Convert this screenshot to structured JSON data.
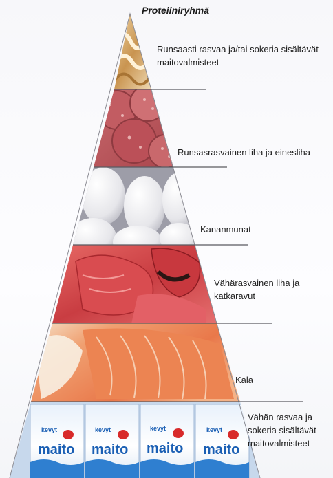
{
  "title": "Proteiiniryhmä",
  "levels": [
    {
      "label": "Runsaasti rasvaa ja/tai sokeria sisältävät maitovalmisteet",
      "food": "cream-pastry-icon"
    },
    {
      "label": "Runsasrasvainen liha ja einesliha",
      "food": "sausage-slices-icon"
    },
    {
      "label": "Kananmunat",
      "food": "eggs-icon"
    },
    {
      "label": "Vähärasvainen liha ja katkaravut",
      "food": "lean-meat-icon"
    },
    {
      "label": "Kala",
      "food": "salmon-fillet-icon"
    },
    {
      "label": "Vähän rasvaa ja sokeria sisältävät maitovalmisteet",
      "food": "milk-carton-icon"
    }
  ],
  "carton": {
    "top": "kevyt",
    "brand": "maito"
  },
  "colors": {
    "pastry": "#d8b27a",
    "sausage": "#b8545a",
    "eggs": "#f1f1f3",
    "meat": "#d4474a",
    "fish": "#ee8f5c",
    "milk": "#2f7fd0"
  }
}
